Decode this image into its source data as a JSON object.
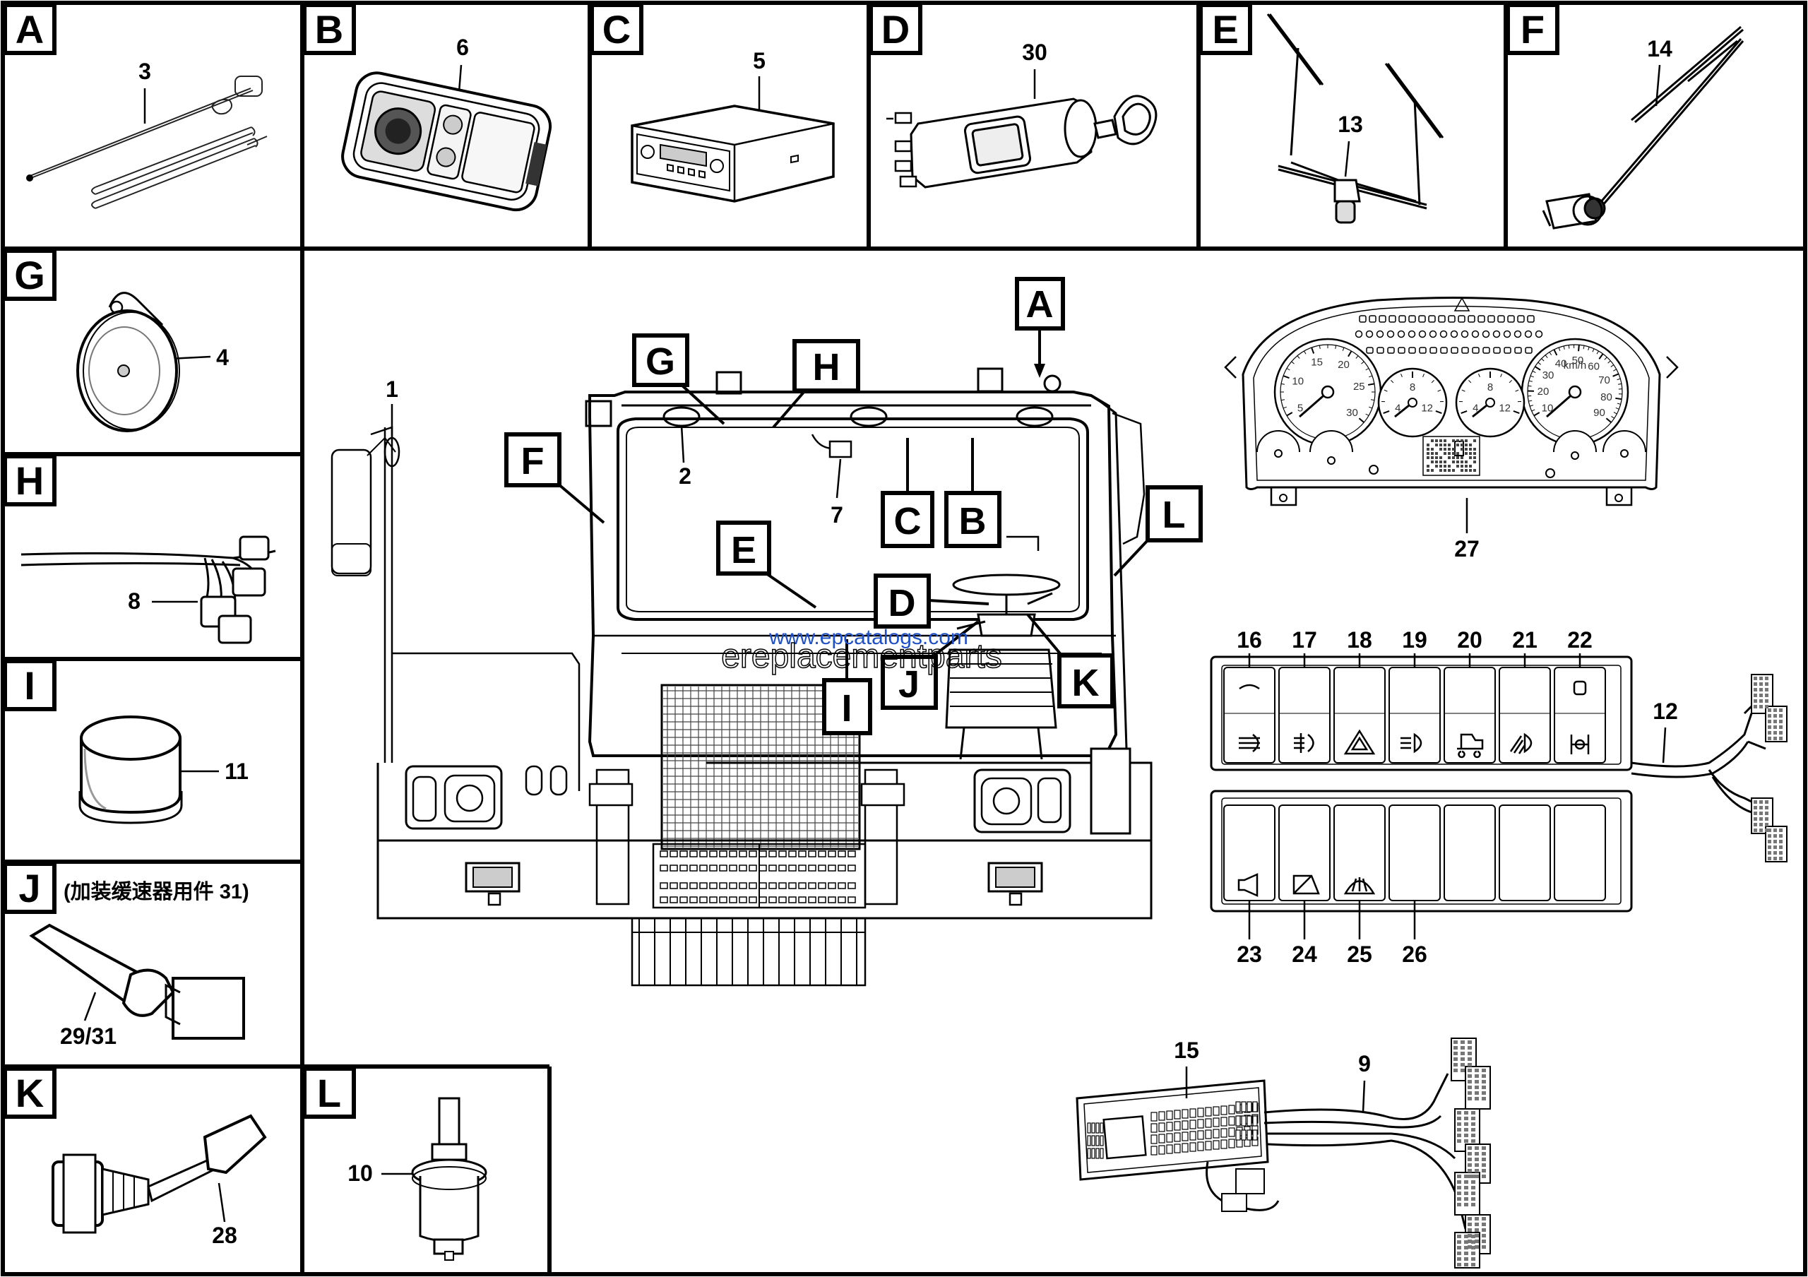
{
  "panels": {
    "A": {
      "letter": "A",
      "parts": [
        "3"
      ]
    },
    "B": {
      "letter": "B",
      "parts": [
        "6"
      ]
    },
    "C": {
      "letter": "C",
      "parts": [
        "5"
      ]
    },
    "D": {
      "letter": "D",
      "parts": [
        "30"
      ]
    },
    "E": {
      "letter": "E",
      "parts": [
        "13"
      ]
    },
    "F": {
      "letter": "F",
      "parts": [
        "14"
      ]
    },
    "G": {
      "letter": "G",
      "parts": [
        "4"
      ]
    },
    "H": {
      "letter": "H",
      "parts": [
        "8"
      ]
    },
    "I": {
      "letter": "I",
      "parts": [
        "11"
      ]
    },
    "J": {
      "letter": "J",
      "note": "(加装缓速器用件 31)",
      "parts": [
        "29/31"
      ]
    },
    "K": {
      "letter": "K",
      "parts": [
        "28"
      ]
    },
    "L": {
      "letter": "L",
      "parts": [
        "10"
      ]
    }
  },
  "main_view": {
    "callouts": [
      "A",
      "G",
      "H",
      "F",
      "C",
      "B",
      "L",
      "E",
      "D",
      "J",
      "K",
      "I"
    ],
    "parts": [
      "1",
      "2",
      "7"
    ]
  },
  "cluster": {
    "part": "27",
    "speed_ticks": [
      "10",
      "20",
      "30",
      "40",
      "50",
      "60",
      "70",
      "80",
      "90"
    ],
    "speed_unit": "km/h",
    "rpm_ticks": [
      "5",
      "10",
      "15",
      "20",
      "25",
      "30"
    ],
    "gauge_ticks": [
      "4",
      "8",
      "12"
    ]
  },
  "switch_panel": {
    "top_parts": [
      "16",
      "17",
      "18",
      "19",
      "20",
      "21",
      "22"
    ],
    "bottom_parts": [
      "23",
      "24",
      "25",
      "26"
    ],
    "harness_part": "12"
  },
  "fuse_box": {
    "box_part": "15",
    "harness_part": "9"
  },
  "watermark": {
    "line1": "www.epcatalogs.com",
    "line2": "ereplacementparts"
  }
}
